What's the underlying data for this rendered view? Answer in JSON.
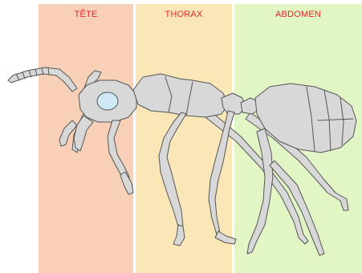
{
  "diagram": {
    "sections": [
      {
        "id": "head",
        "label": "TÊTE",
        "fill": "#f8d0b8"
      },
      {
        "id": "thorax",
        "label": "THORAX",
        "fill": "#fbe6b8"
      },
      {
        "id": "abdomen",
        "label": "ABDOMEN",
        "fill": "#e2f5c4"
      }
    ],
    "label_color": "#e8262a",
    "ant_fill": "#d8d8d8",
    "ant_stroke": "#555555",
    "eye_fill": "#cfe8f6"
  }
}
